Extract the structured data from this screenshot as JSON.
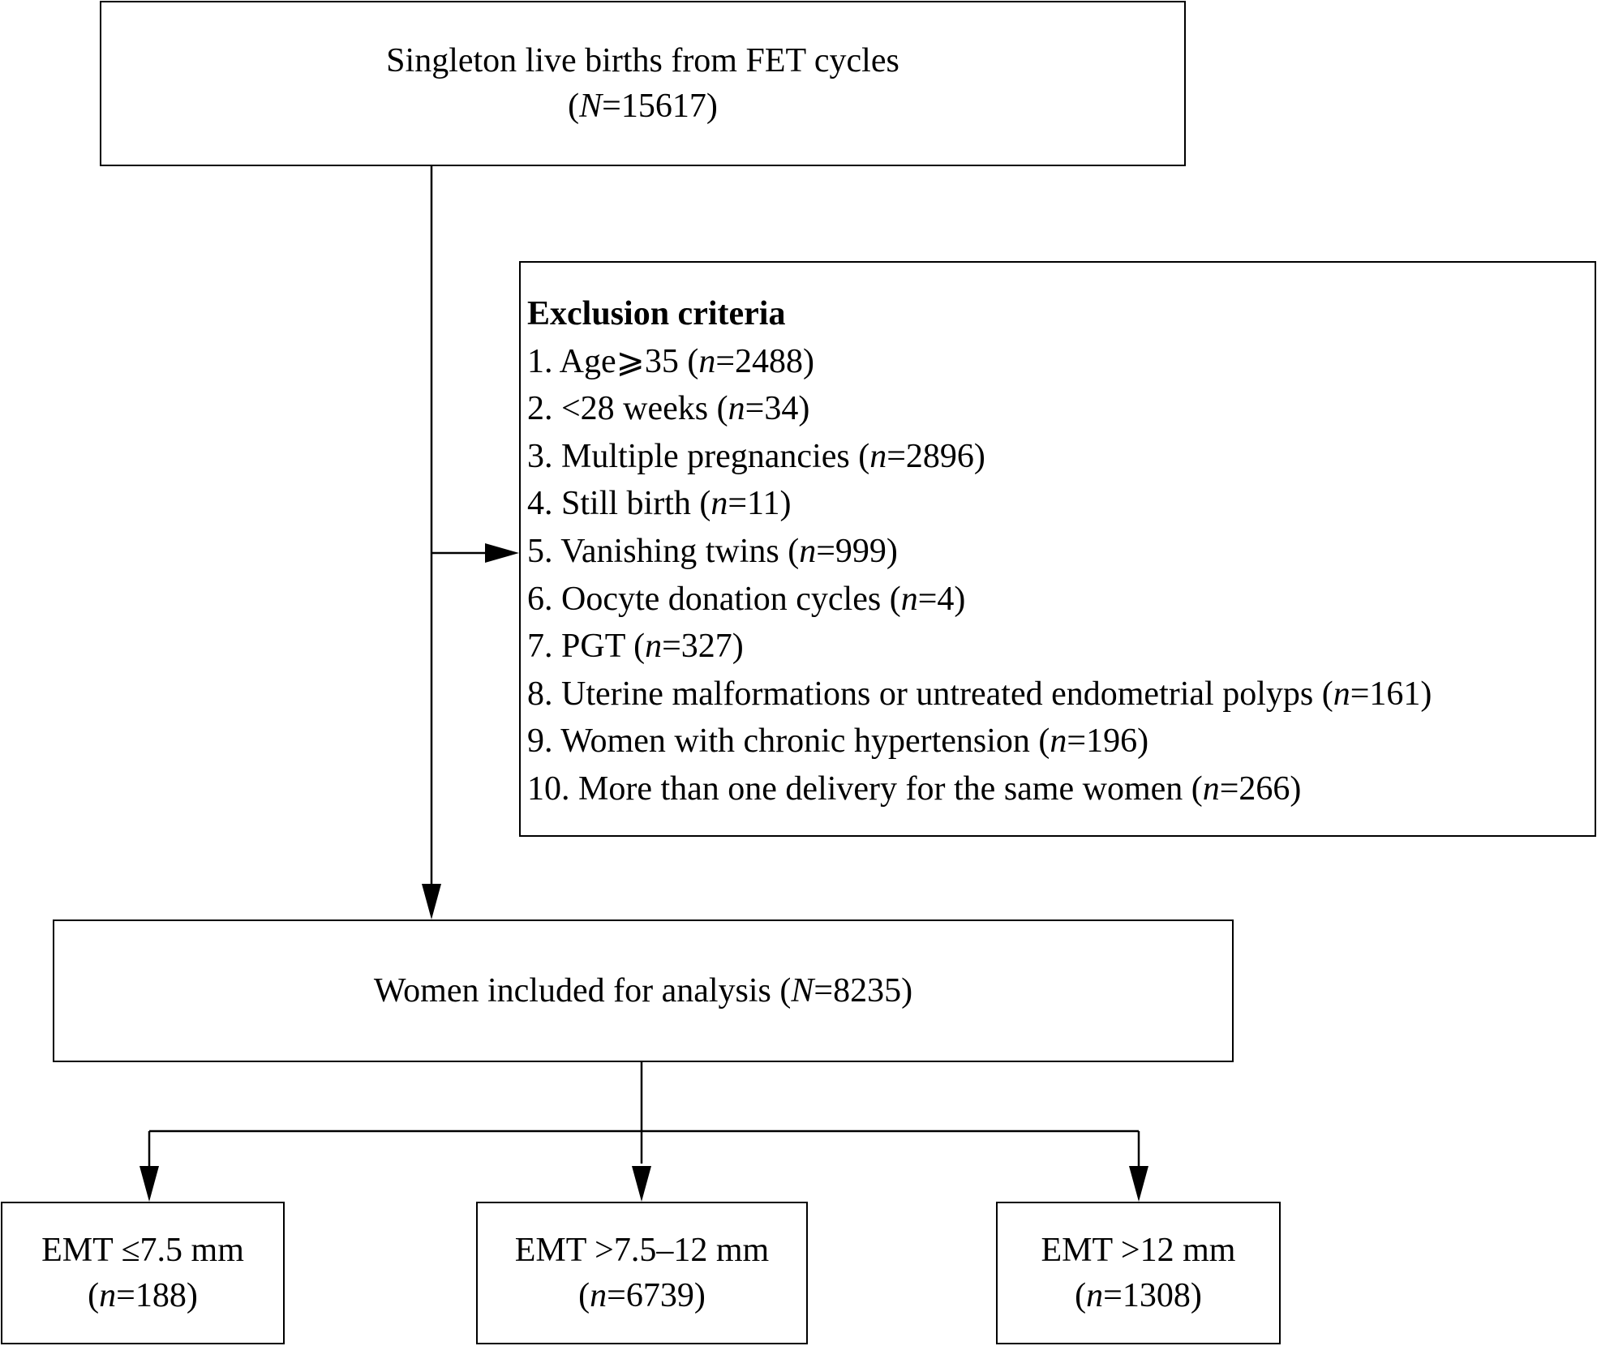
{
  "source": {
    "title": "Singleton live births from FET cycles",
    "count_label": "N",
    "count_value": "15617"
  },
  "exclusion": {
    "heading": "Exclusion criteria",
    "items": [
      {
        "prefix": "1. Age⩾35 (",
        "var": "n",
        "value": "=2488)"
      },
      {
        "prefix": "2. <28 weeks (",
        "var": "n",
        "value": "=34)"
      },
      {
        "prefix": "3. Multiple pregnancies (",
        "var": "n",
        "value": "=2896)"
      },
      {
        "prefix": "4. Still birth (",
        "var": "n",
        "value": "=11)"
      },
      {
        "prefix": "5. Vanishing twins (",
        "var": "n",
        "value": "=999)"
      },
      {
        "prefix": "6. Oocyte donation cycles (",
        "var": "n",
        "value": "=4)"
      },
      {
        "prefix": "7. PGT (",
        "var": "n",
        "value": "=327)"
      },
      {
        "prefix": "8. Uterine malformations or untreated endometrial polyps (",
        "var": "n",
        "value": "=161)"
      },
      {
        "prefix": "9. Women with chronic hypertension (",
        "var": "n",
        "value": "=196)"
      },
      {
        "prefix": "10. More than one delivery for the same women (",
        "var": "n",
        "value": "=266)"
      }
    ]
  },
  "included": {
    "prefix": "Women included for analysis (",
    "var": "N",
    "value": "=8235)"
  },
  "groups": [
    {
      "label": "EMT ≤7.5 mm",
      "var": "n",
      "value": "=188)"
    },
    {
      "label": "EMT >7.5–12 mm",
      "var": "n",
      "value": "=6739)"
    },
    {
      "label": "EMT >12 mm",
      "var": "n",
      "value": "=1308)"
    }
  ],
  "colors": {
    "stroke": "#000000",
    "background": "#ffffff"
  }
}
